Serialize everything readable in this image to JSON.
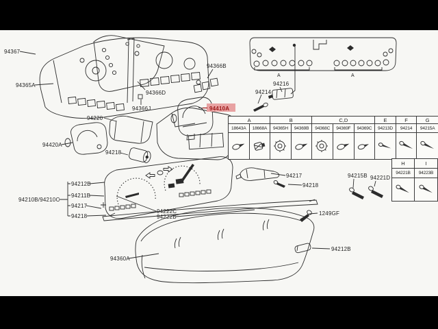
{
  "page": {
    "background": "#000000",
    "canvas_color": "#f7f7f4"
  },
  "highlight": {
    "text": "94410A",
    "text_color": "#9c1616",
    "bg_color": "#e8a2a2"
  },
  "part_labels": {
    "p94367": "94367",
    "p94365A": "94365A",
    "p94366D": "94366D",
    "p94366J": "94366J",
    "p94366B": "94366B",
    "p94220": "94220",
    "p94214": "94214",
    "p94216": "94216",
    "p94420A": "94420A",
    "p94218_knob": "94218",
    "p94212B": "94212B",
    "p94211B": "94211B",
    "p94217_list": "94217",
    "p94218_list": "94218",
    "p94210_assy": "94210B/94210C",
    "p94222C": "94222C",
    "p94222B": "94222B",
    "p94217_conn": "94217",
    "p94218_screw": "94218",
    "p94215B": "94215B",
    "p94221D": "94221D",
    "p1249GF": "1249GF",
    "p94212B_pad": "94212B",
    "p94360A": "94360A"
  },
  "board": {
    "bracket_labels": [
      "A",
      "A"
    ]
  },
  "bulb_table": {
    "groups": [
      {
        "label": "A",
        "span": 2
      },
      {
        "label": "B",
        "span": 2
      },
      {
        "label": "C,D",
        "span": 3
      },
      {
        "label": "E",
        "span": 1
      },
      {
        "label": "F",
        "span": 1
      },
      {
        "label": "G",
        "span": 1
      }
    ],
    "parts": [
      "18643A",
      "18668A",
      "94365H",
      "94369B",
      "94368C",
      "94369F",
      "94369C",
      "94213D",
      "94214",
      "94215A"
    ],
    "icons": [
      "bulb-small-icon",
      "bulb-socket-icon",
      "bulb-socket-large-icon",
      "bulb-small-icon",
      "bulb-socket-large-icon",
      "bulb-small-icon",
      "bulb-small-icon",
      "screw-icon",
      "screw-icon",
      "screw-icon"
    ]
  },
  "screw_table": {
    "headers": [
      "H",
      "I"
    ],
    "parts": [
      "94221B",
      "94223B"
    ],
    "icons": [
      "screw-icon",
      "screw-icon"
    ]
  }
}
